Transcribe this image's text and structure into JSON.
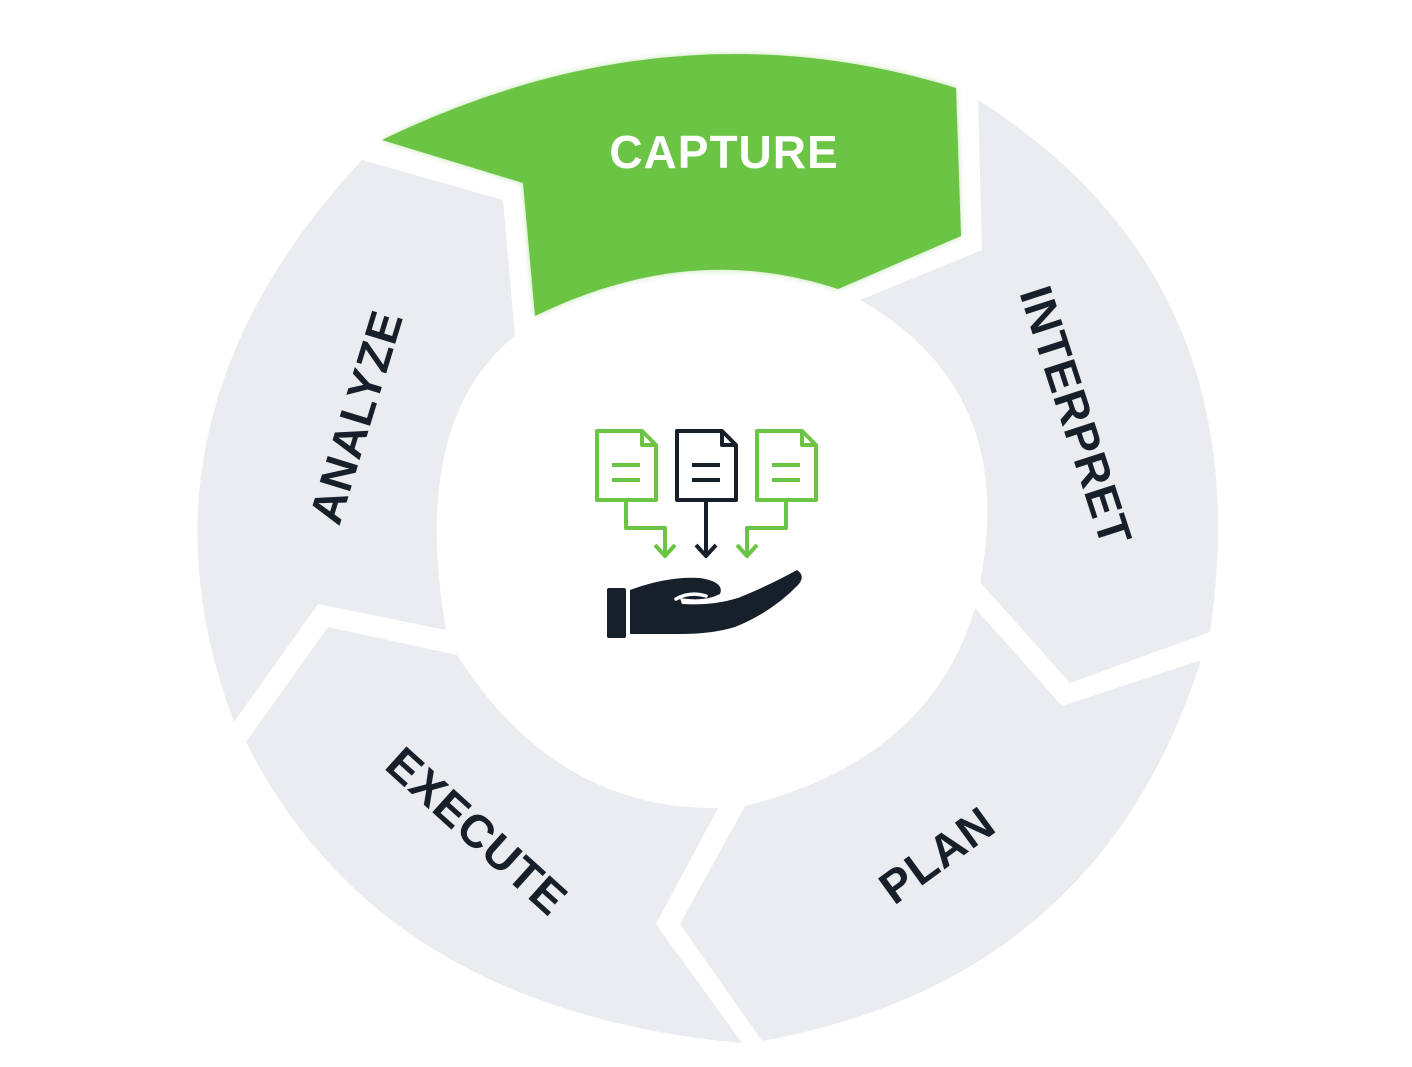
{
  "diagram": {
    "center_icon": "documents-into-hand-icon",
    "segments": [
      {
        "id": "capture",
        "label": "CAPTURE",
        "active": true
      },
      {
        "id": "interpret",
        "label": "INTERPRET",
        "active": false
      },
      {
        "id": "plan",
        "label": "PLAN",
        "active": false
      },
      {
        "id": "execute",
        "label": "EXECUTE",
        "active": false
      },
      {
        "id": "analyze",
        "label": "ANALYZE",
        "active": false
      }
    ]
  },
  "colors": {
    "active_fill": "#6cc445",
    "inactive_fill": "#ebecf0",
    "active_text": "#ffffff",
    "inactive_text": "#17202a",
    "icon_green": "#6cc445",
    "icon_dark": "#17202a"
  }
}
